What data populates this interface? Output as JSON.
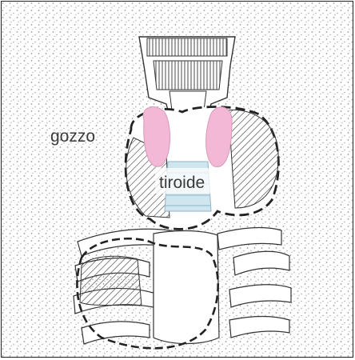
{
  "diagram": {
    "labels": {
      "goiter": "gozzo",
      "thyroid": "tiroide"
    },
    "colors": {
      "background": "#ffffff",
      "stipple": "#9a9a9a",
      "outline": "#333333",
      "dashed_outline": "#222222",
      "thyroid_pink": "#f2b8d6",
      "trachea_blue": "#cfe5ef",
      "hatch": "#555555",
      "label": "#3a3a3a"
    },
    "parts": [
      "larynx",
      "thyroid-lobe-left",
      "thyroid-lobe-right",
      "goiter-mass-left",
      "goiter-mass-right",
      "goiter-mass-lower",
      "trachea",
      "ribs",
      "clavicles"
    ]
  }
}
